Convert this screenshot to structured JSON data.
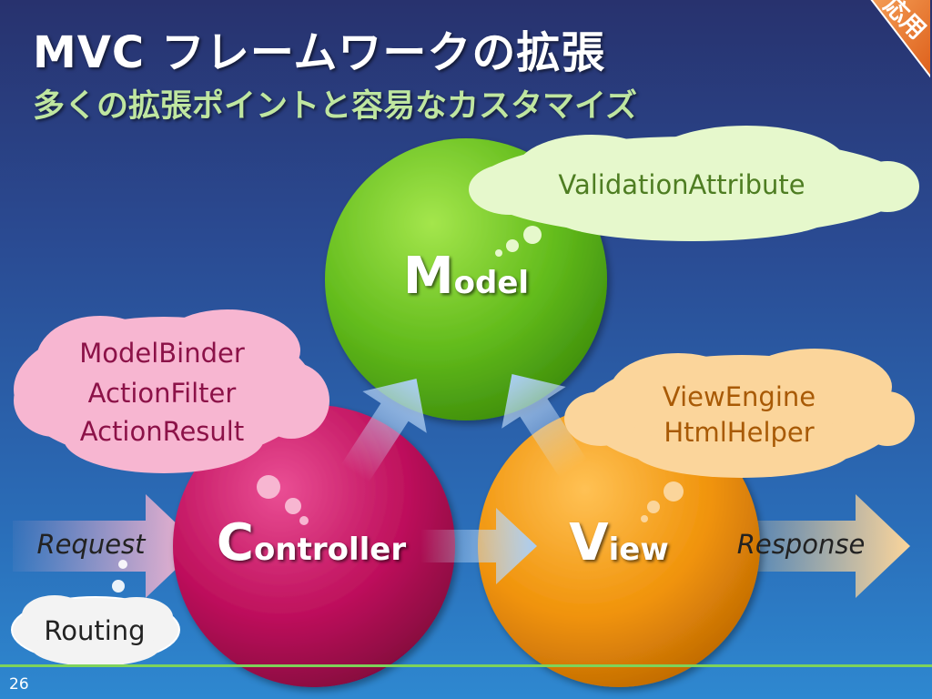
{
  "slide": {
    "title": "MVC フレームワークの拡張",
    "subtitle": "多くの拡張ポイントと容易なカスタマイズ",
    "badge": "応用",
    "page_number": "26"
  },
  "diagram": {
    "model": {
      "initial": "M",
      "rest": "odel"
    },
    "controller": {
      "initial": "C",
      "rest": "ontroller"
    },
    "view": {
      "initial": "V",
      "rest": "iew"
    },
    "request_label": "Request",
    "response_label": "Response",
    "clouds": {
      "model": [
        "ValidationAttribute"
      ],
      "controller": [
        "ModelBinder",
        "ActionFilter",
        "ActionResult"
      ],
      "view": [
        "ViewEngine",
        "HtmlHelper"
      ],
      "routing": [
        "Routing"
      ]
    }
  },
  "colors": {
    "model": "#6ac21d",
    "controller": "#c4105f",
    "view": "#f39a0c",
    "model_cloud": "#e6f8cc",
    "controller_cloud": "#f7b6d1",
    "view_cloud": "#fbd59b",
    "routing_cloud": "#f3f3f3",
    "badge": "#e8681a"
  }
}
